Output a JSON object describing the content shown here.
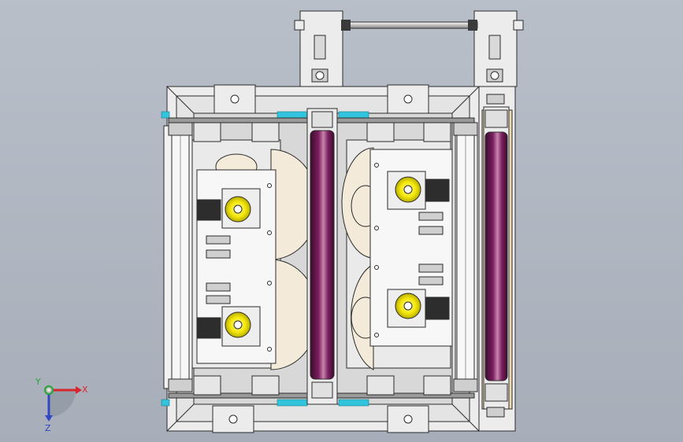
{
  "viewport": {
    "background_top": "#b9bfc9",
    "background_bottom": "#a7aeb9"
  },
  "model": {
    "frame_color": "#ececec",
    "edge_color": "#2b2b2b",
    "roller_color": "#7a1f5f",
    "roller_highlight": "#c884ad",
    "accent_teal": "#33c4dd",
    "motor_face_color": "#f4e80a",
    "disc_color": "#f3ead9",
    "tan_panel": "#ecd9b3"
  },
  "triad": {
    "x_label": "X",
    "y_label": "Y",
    "z_label": "Z",
    "x_color": "#d8262e",
    "y_color": "#25a53a",
    "z_color": "#3346c4"
  }
}
